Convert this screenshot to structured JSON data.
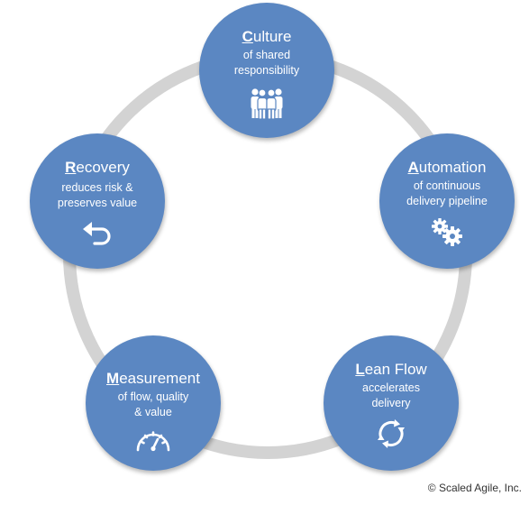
{
  "colors": {
    "node_fill": "#5b87c2",
    "ring_stroke": "#d3d3d3",
    "text": "#ffffff",
    "copyright_text": "#333333"
  },
  "nodes": {
    "culture": {
      "initial": "C",
      "rest": "ulture",
      "desc": [
        "of shared",
        "responsibility"
      ],
      "icon": "people-group-icon"
    },
    "automation": {
      "initial": "A",
      "rest": "utomation",
      "desc": [
        "of continuous",
        "delivery pipeline"
      ],
      "icon": "gears-icon"
    },
    "lean_flow": {
      "initial": "L",
      "rest": "ean Flow",
      "desc": [
        "accelerates",
        "delivery"
      ],
      "icon": "cycle-arrows-icon"
    },
    "measurement": {
      "initial": "M",
      "rest": "easurement",
      "desc": [
        "of flow, quality",
        "& value"
      ],
      "icon": "speedometer-icon"
    },
    "recovery": {
      "initial": "R",
      "rest": "ecovery",
      "desc": [
        "reduces risk &",
        "preserves value"
      ],
      "icon": "undo-arrow-icon"
    }
  },
  "copyright": "© Scaled Agile, Inc."
}
